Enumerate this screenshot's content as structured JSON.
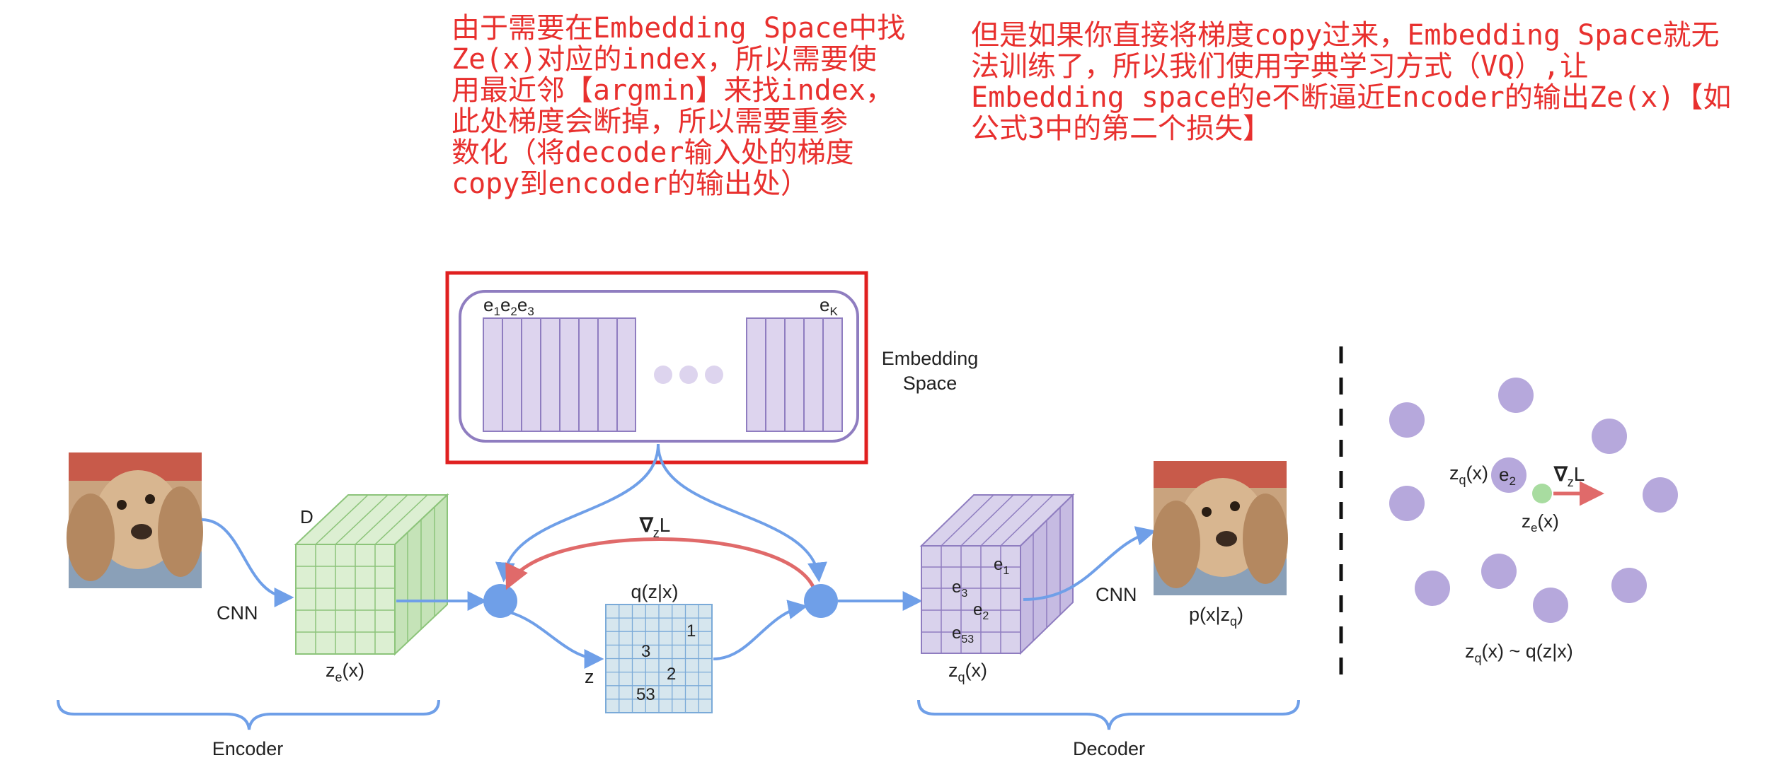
{
  "annotations": {
    "left": "由于需要在Embedding Space中找\nZe(x)对应的index，所以需要使\n用最近邻【argmin】来找index，\n此处梯度会断掉，所以需要重参\n数化（将decoder输入处的梯度\ncopy到encoder的输出处）",
    "right": "但是如果你直接将梯度copy过来，Embedding Space就无\n法训练了，所以我们使用字典学习方式（VQ）,让\nEmbedding space的e不断逼近Encoder的输出Ze(x)【如\n公式3中的第二个损失】"
  },
  "embedding": {
    "label_line1": "Embedding",
    "label_line2": "Space",
    "e": "e",
    "sub1": "1",
    "sub2": "2",
    "sub3": "3",
    "subK": "K"
  },
  "encoder": {
    "cnn": "CNN",
    "d": "D",
    "ze_z": "z",
    "ze_sub": "e",
    "ze_arg": "(x)",
    "name": "Encoder"
  },
  "grad": {
    "nabla": "∇",
    "sub": "z",
    "l": "L"
  },
  "qgrid": {
    "title": "q(z|x)",
    "z": "z",
    "v1": "1",
    "v3": "3",
    "v2": "2",
    "v53": "53"
  },
  "decoder": {
    "e1": "e",
    "e1_sub": "1",
    "e3": "e",
    "e3_sub": "3",
    "e2": "e",
    "e2_sub": "2",
    "e53": "e",
    "e53_sub": "53",
    "zq_z": "z",
    "zq_sub": "q",
    "zq_arg": "(x)",
    "cnn": "CNN",
    "p_pre": "p(x|z",
    "p_sub": "q",
    "p_post": ")",
    "name": "Decoder"
  },
  "right_panel": {
    "zq_label": "z",
    "zq_sub": "q",
    "zq_arg": "(x)",
    "e2": "e",
    "e2_sub": "2",
    "grad_nabla": "∇",
    "grad_sub": "z",
    "grad_l": "L",
    "ze_z": "z",
    "ze_sub": "e",
    "ze_arg": "(x)",
    "dist_z": "z",
    "dist_sub": "q",
    "dist_rest": "(x) ~ q(z|x)"
  },
  "colors": {
    "annotation": "#e8302e",
    "highlight_box": "#e02020",
    "arrow_blue": "#6f9fe8",
    "arrow_red": "#e06a6a",
    "embedding_fill": "#ddd4ee",
    "embedding_stroke": "#8f7dc0",
    "encoder_fill": "#dcefd2",
    "encoder_stroke": "#8cc47a",
    "qgrid_fill": "#d6e6ee",
    "qgrid_stroke": "#7aaad8",
    "decoder_fill": "#d9d2ec",
    "node_blue": "#6f9fe8",
    "point_purple": "#b6a8dc",
    "point_green": "#a8dca0"
  }
}
